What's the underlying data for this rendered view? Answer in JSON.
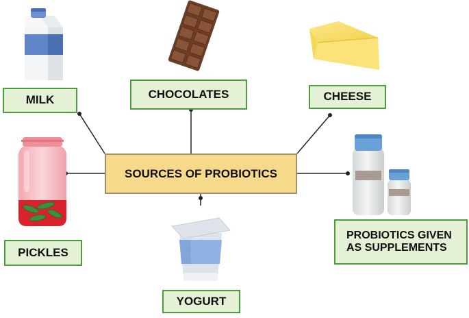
{
  "center": {
    "label": "SOURCES OF PROBIOTICS"
  },
  "sources": {
    "milk": "MILK",
    "chocolates": "CHOCOLATES",
    "cheese": "CHEESE",
    "pickles": "PICKLES",
    "yogurt": "YOGURT",
    "supplements_line1": "PROBIOTICS GIVEN",
    "supplements_line2": "AS SUPPLEMENTS"
  },
  "icons": [
    "milk-carton-icon",
    "chocolate-bar-icon",
    "cheese-wedge-icon",
    "pickle-jar-icon",
    "yogurt-cup-icon",
    "supplement-bottles-icon"
  ],
  "colors": {
    "label_fill": "#e4f1d5",
    "label_border": "#4e9a3e",
    "center_fill": "#f7d98c",
    "center_border": "#9d9065",
    "connector": "#222222"
  }
}
